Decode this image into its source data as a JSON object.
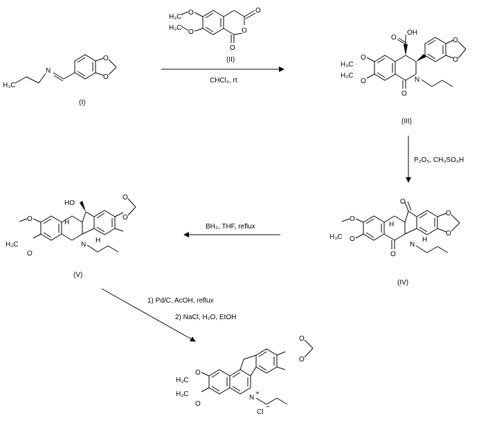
{
  "compounds": {
    "I": {
      "label": "(I)"
    },
    "II": {
      "label": "(II)"
    },
    "III": {
      "label": "(III)"
    },
    "IV": {
      "label": "(IV)"
    },
    "V": {
      "label": "(V)"
    },
    "VI": {
      "label_cation": "+",
      "counterion": "Cl",
      "counterion_charge": "−"
    }
  },
  "atoms": {
    "h3c": "H₃C",
    "o": "O",
    "n": "N",
    "h": "H",
    "ho": "HO",
    "oh": "OH"
  },
  "reactions": {
    "step1": {
      "reagent": "CHCl₃, rt"
    },
    "step2": {
      "reagent": "P₂O₅, CH₃SO₃H"
    },
    "step3": {
      "reagent": "BH₃, THF, reflux"
    },
    "step4": {
      "line1": "1) Pd/C, AcOH, reflux",
      "line2": "2) NaCl, H₂O, EtOH"
    }
  }
}
